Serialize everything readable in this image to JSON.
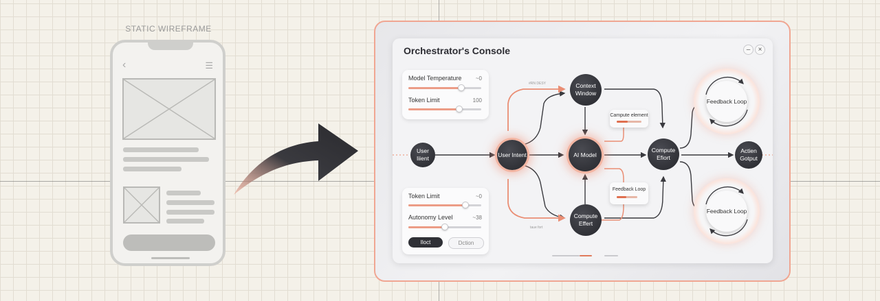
{
  "wireframe": {
    "title": "STATIC WIREFRAME",
    "back_icon": "chevron-left-icon",
    "menu_icon": "hamburger-icon"
  },
  "console": {
    "title": "Orchestrator's Console",
    "window_controls": {
      "minimize": "–",
      "close": "×"
    },
    "panel_top": {
      "sliders": [
        {
          "label": "Model Temperature",
          "value": "~0",
          "level": 0.73
        },
        {
          "label": "Token Limit",
          "value": "100",
          "level": 0.7
        }
      ]
    },
    "panel_bottom": {
      "sliders": [
        {
          "label": "Token Limit",
          "value": "~0",
          "level": 0.78
        },
        {
          "label": "Autonomy Level",
          "value": "~38",
          "level": 0.5
        }
      ],
      "buttons": {
        "primary": "Iloct",
        "secondary": "Dction"
      }
    },
    "nodes": {
      "user_intent_left": "User Iiient",
      "user_intent": "User Intent",
      "context_window": "Context Window",
      "ai_model": "AI Model",
      "compute_effort_bottom": "Compute Effert",
      "compute_effort_right": "Compute Efiort",
      "action_output": "Actien Gotput",
      "feedback_top": "Feedback Loop",
      "feedback_bottom": "Feedback Loop"
    },
    "cards": {
      "compute_element": "Campute element",
      "feedback_loop": "Feedback Loop"
    },
    "annotations": {
      "top": "#RN DESY",
      "bottom": "taue fort"
    }
  },
  "colors": {
    "accent": "#ec9c86",
    "node_dark": "#2f3036",
    "background": "#f4f1e9"
  }
}
